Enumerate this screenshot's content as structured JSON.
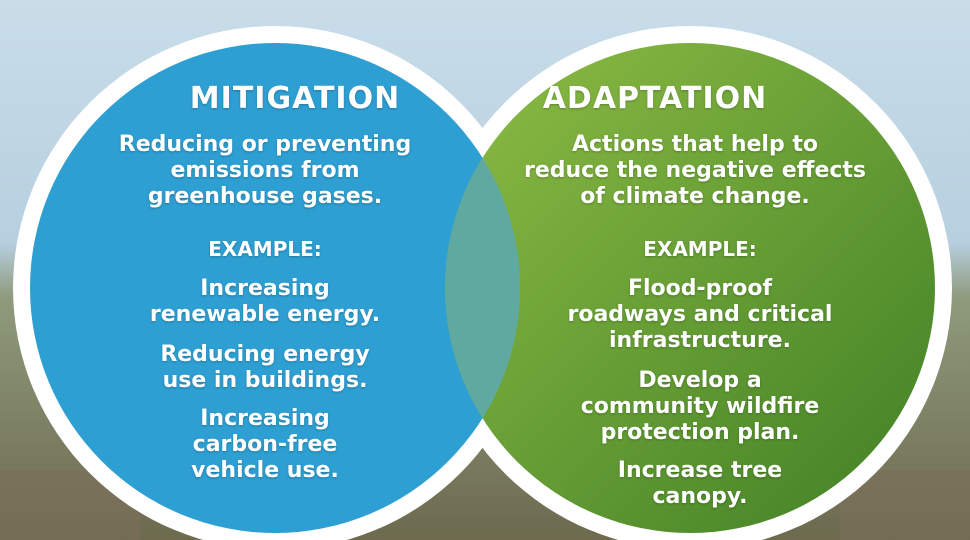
{
  "colors": {
    "sky": "#b9d3e4",
    "mitigation": "#2e9fd2",
    "adaptation_light": "#8fbd45",
    "adaptation_dark": "#3f7f25",
    "overlap": "#5fa9a0",
    "ring": "#ffffff"
  },
  "mitigation": {
    "title": "MITIGATION",
    "definition_lines": [
      "Reducing or preventing",
      "emissions from",
      "greenhouse gases."
    ],
    "example_label": "EXAMPLE:",
    "examples": [
      [
        "Increasing",
        "renewable energy."
      ],
      [
        "Reducing energy",
        "use in buildings."
      ],
      [
        "Increasing",
        "carbon-free",
        "vehicle use."
      ]
    ]
  },
  "adaptation": {
    "title": "ADAPTATION",
    "definition_lines": [
      "Actions that help to",
      "reduce the negative effects",
      "of climate change."
    ],
    "example_label": "EXAMPLE:",
    "examples": [
      [
        "Flood-proof",
        "roadways and critical",
        "infrastructure."
      ],
      [
        "Develop a",
        "community wildfire",
        "protection plan."
      ],
      [
        "Increase tree",
        "canopy."
      ]
    ]
  }
}
